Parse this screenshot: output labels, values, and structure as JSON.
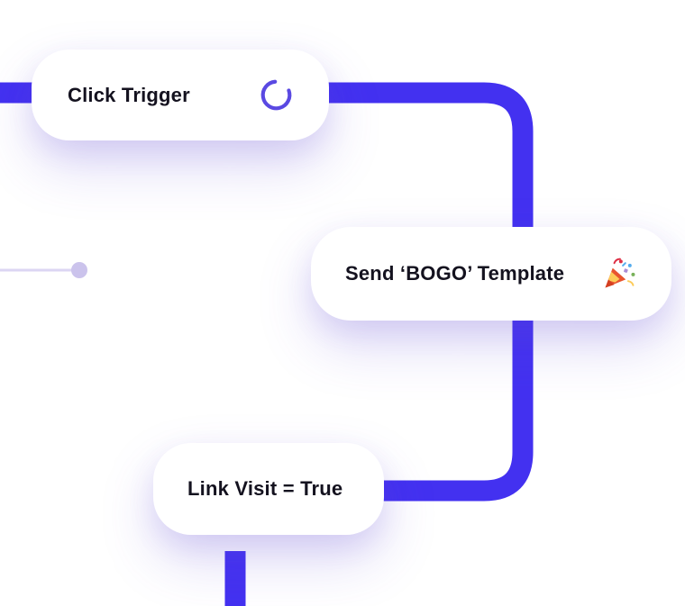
{
  "colors": {
    "connector": "#4331f0",
    "spinner": "#5a49e2",
    "thin_line": "#dcd6f3",
    "thin_dot": "#cbc3ec",
    "card_background": "#ffffff",
    "text": "#14121f"
  },
  "workflow": {
    "nodes": [
      {
        "label": "Click Trigger",
        "icon": "loading-spinner-icon"
      },
      {
        "label": "Send ‘BOGO’ Template",
        "icon": "party-popper-icon"
      },
      {
        "label": "Link Visit = True",
        "icon": "none"
      }
    ]
  }
}
